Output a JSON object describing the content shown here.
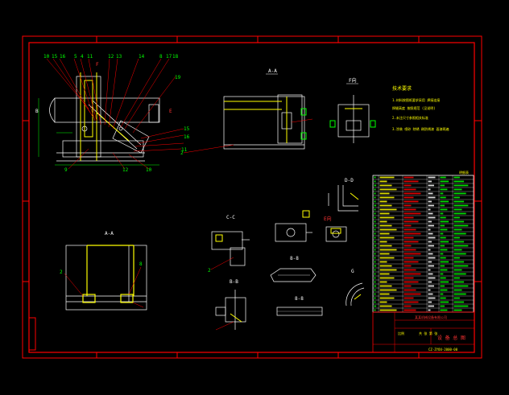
{
  "colors": {
    "background": "#000000",
    "frame": "#ff0000",
    "geometry": "#ffffff",
    "highlight": "#ffff00",
    "leader": "#ff0000",
    "dimension": "#00ff00",
    "cyan": "#00ffff",
    "magenta": "#ff00ff"
  },
  "main_view": {
    "callouts_top": [
      "10",
      "15",
      "16",
      "5",
      "4",
      "11",
      "12",
      "13",
      "14",
      "8",
      "17",
      "18"
    ],
    "label_F": "F",
    "label_E": "E",
    "callouts_right": [
      "19",
      "15",
      "16",
      "11"
    ],
    "callouts_bottom": [
      "9",
      "12",
      "10"
    ],
    "left_label": "B"
  },
  "section_AA": {
    "title": "A-A",
    "callout": "2"
  },
  "view_F": {
    "title": "F向"
  },
  "notes": {
    "heading": "技术要求",
    "lines": [
      "1.材料按图纸要求采用   焊接连接",
      "  焊缝高度 按照规范 (见说明)",
      "2.未注尺寸参照相关标准",
      "3.涂装 喷砂 除锈 刷防锈漆 面漆两遍"
    ]
  },
  "section_CC": {
    "title": "C-C",
    "callout": "2"
  },
  "section_BB": {
    "title": "B-B"
  },
  "section_D": {
    "title": "D-D"
  },
  "view_E": {
    "title": "E向"
  },
  "section_8": {
    "title": "8-8"
  },
  "section_AA2": {
    "title": "A-A",
    "callout_left": "2",
    "callout_right": "8"
  },
  "section_G": {
    "title": "G"
  },
  "title_block": {
    "company": "某某机械设备有限公司",
    "drawing_title": "设 备 总 图",
    "drawing_number": "CZ-ZYOU-2000-00",
    "scale_label": "比例",
    "sheet_label": "共 张 第 张"
  },
  "bom_header": "明细表"
}
